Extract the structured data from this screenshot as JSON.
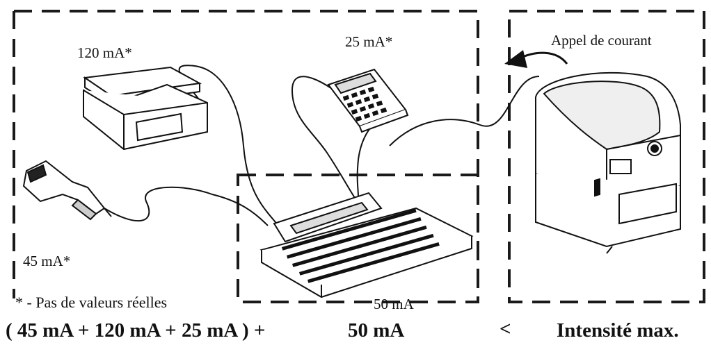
{
  "labels": {
    "scale": "120 mA*",
    "calculator": "25 mA*",
    "scanner": "45 mA*",
    "terminal": "50 mA",
    "inrush": "Appel de courant",
    "footnote": "* - Pas de valeurs réelles"
  },
  "equation": {
    "sum": "( 45 mA + 120 mA + 25 mA ) +",
    "terminal": "50 mA",
    "operator": "<",
    "max": "Intensité max."
  },
  "colors": {
    "ink": "#111111",
    "dash": "#1a1a1a",
    "background": "#ffffff"
  }
}
